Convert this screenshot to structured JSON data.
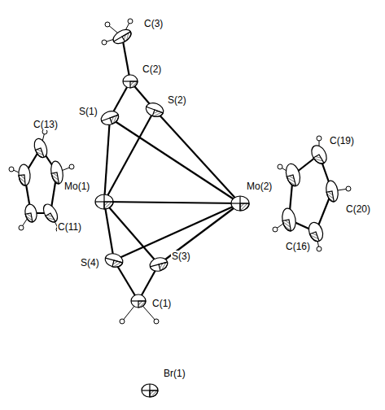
{
  "diagram": {
    "labels": [
      "C(3)",
      "C(2)",
      "S(1)",
      "S(2)",
      "C(13)",
      "Mo(1)",
      "Mo(2)",
      "C(19)",
      "C(11)",
      "C(20)",
      "C(16)",
      "S(4)",
      "S(3)",
      "C(1)",
      "Br(1)"
    ]
  }
}
